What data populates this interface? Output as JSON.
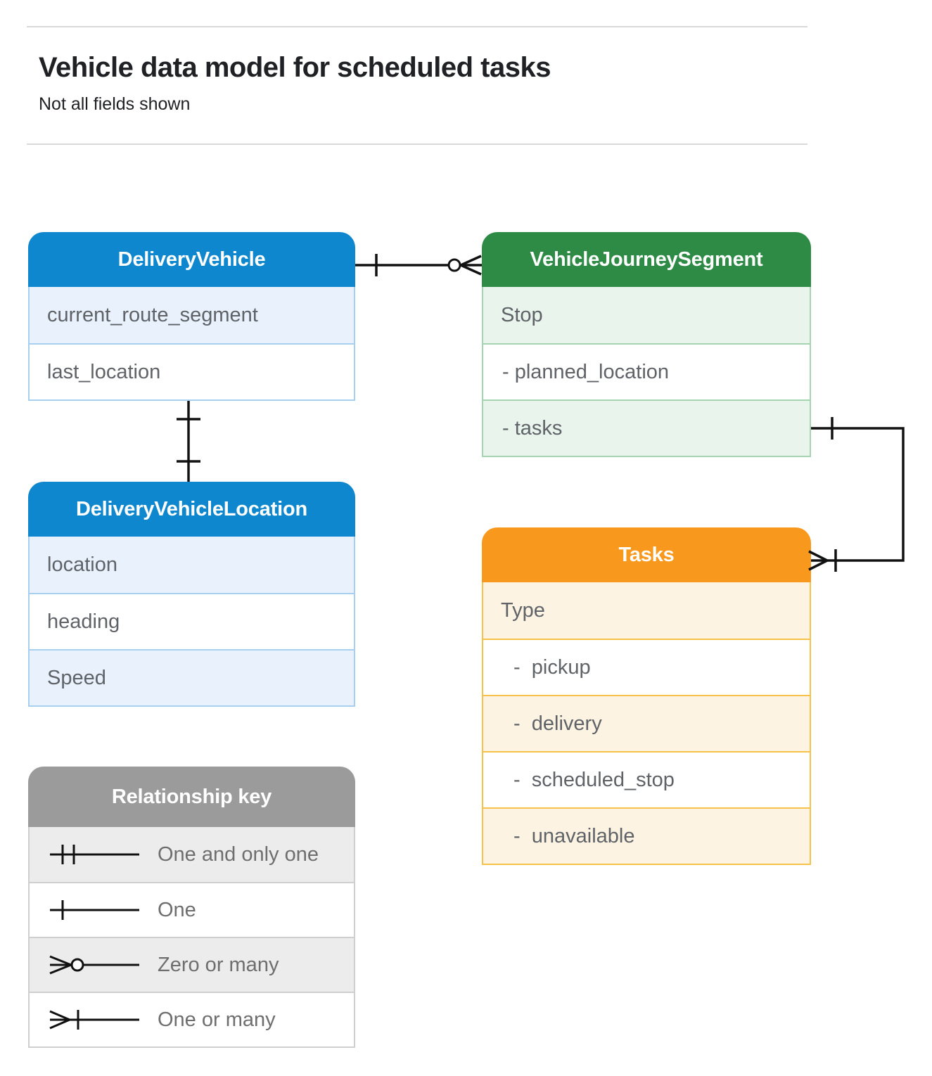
{
  "page": {
    "title": "Vehicle data model for scheduled tasks",
    "subtitle": "Not all fields shown"
  },
  "entities": {
    "delivery_vehicle": {
      "title": "DeliveryVehicle",
      "fields": [
        "current_route_segment",
        "last_location"
      ]
    },
    "vehicle_journey_segment": {
      "title": "VehicleJourneySegment",
      "fields": [
        "Stop",
        "- planned_location",
        "- tasks"
      ]
    },
    "delivery_vehicle_location": {
      "title": "DeliveryVehicleLocation",
      "fields": [
        "location",
        "heading",
        "Speed"
      ]
    },
    "tasks": {
      "title": "Tasks",
      "fields": [
        "Type",
        "-  pickup",
        "-  delivery",
        "-  scheduled_stop",
        "-  unavailable"
      ]
    }
  },
  "legend": {
    "title": "Relationship key",
    "items": [
      {
        "icon": "one-and-only-one-symbol",
        "label": "One and only one"
      },
      {
        "icon": "one-symbol",
        "label": "One"
      },
      {
        "icon": "zero-or-many-symbol",
        "label": "Zero or many"
      },
      {
        "icon": "one-or-many-symbol",
        "label": "One or many"
      }
    ]
  },
  "relationships": [
    {
      "from": "DeliveryVehicle",
      "to": "VehicleJourneySegment",
      "from_cardinality": "one",
      "to_cardinality": "zero or many"
    },
    {
      "from": "DeliveryVehicle",
      "to": "DeliveryVehicleLocation",
      "from_cardinality": "one",
      "to_cardinality": "one"
    },
    {
      "from": "VehicleJourneySegment.tasks",
      "to": "Tasks",
      "from_cardinality": "one",
      "to_cardinality": "one or many"
    }
  ],
  "colors": {
    "blue_header": "#0e87ce",
    "blue_tint": "#e8f1fc",
    "green_header": "#2e8b46",
    "green_tint": "#e9f4ec",
    "orange_header": "#f8991d",
    "orange_tint": "#fdf3e2",
    "gray_header": "#9b9b9b",
    "gray_tint": "#ececec",
    "field_text": "#5f6368",
    "connector_line": "#111111"
  }
}
